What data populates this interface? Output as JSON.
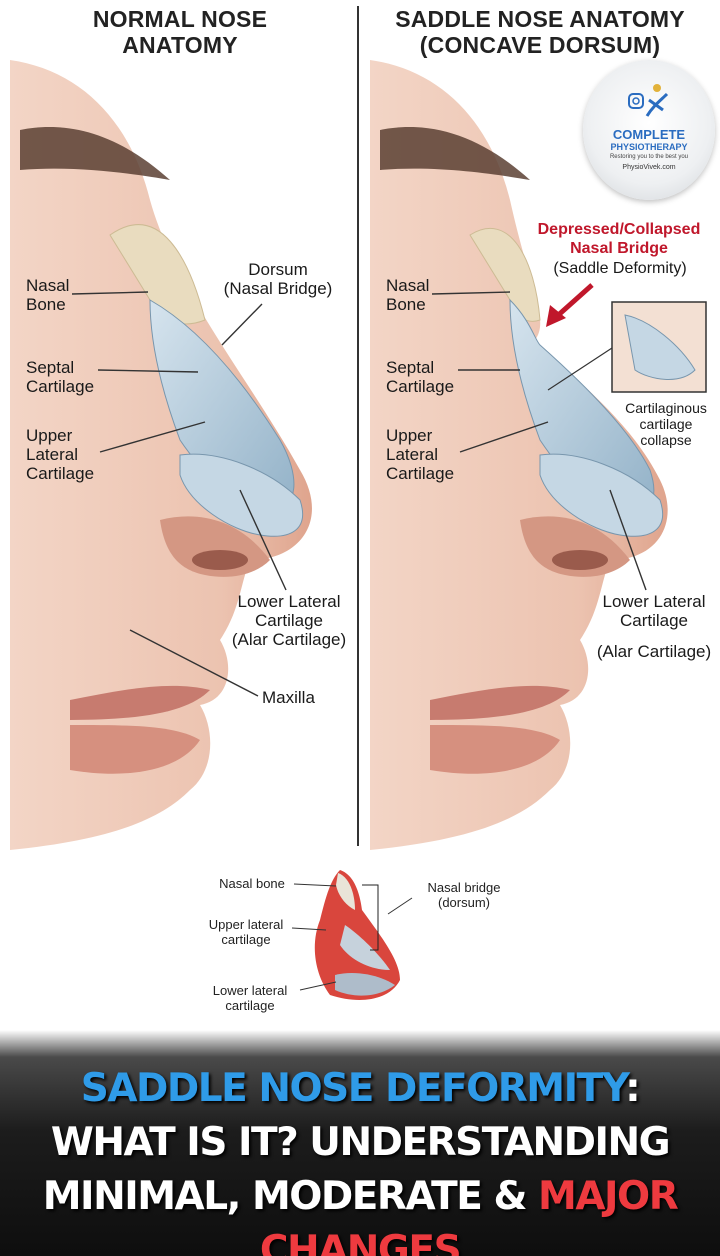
{
  "left_panel": {
    "title": "NORMAL NOSE\nANATOMY",
    "labels": {
      "nasal_bone": "Nasal\nBone",
      "dorsum": "Dorsum\n(Nasal Bridge)",
      "septal": "Septal\nCartilage",
      "upper_lateral": "Upper\nLateral\nCartilage",
      "lower_lateral": "Lower Lateral\nCartilage\n(Alar Cartilage)",
      "maxilla": "Maxilla"
    }
  },
  "right_panel": {
    "title": "SADDLE NOSE ANATOMY\n(CONCAVE DORSUM)",
    "labels": {
      "depressed": "Depressed/Collapsed\nNasal Bridge",
      "saddle": "(Saddle Deformity)",
      "nasal_bone": "Nasal\nBone",
      "septal": "Septal\nCartilage",
      "upper_lateral": "Upper\nLateral\nCartilage",
      "collapse": "Cartilaginous\ncartilage\ncollapse",
      "lower_lateral": "Lower Lateral\nCartilage",
      "alar": "(Alar Cartilage)"
    }
  },
  "logo": {
    "title": "COMPLETE",
    "subtitle": "PHYSIOTHERAPY",
    "tagline": "Restoring you to the best you",
    "url": "PhysioVivek.com"
  },
  "inset": {
    "nasal_bone": "Nasal bone",
    "nasal_bridge": "Nasal bridge\n(dorsum)",
    "upper_lateral": "Upper lateral\ncartilage",
    "lower_lateral": "Lower lateral\ncartilage"
  },
  "headline": {
    "part1": "SADDLE NOSE DEFORMITY",
    "part2": ": WHAT IS IT? UNDERSTANDING MINIMAL, MODERATE & ",
    "part3": "MAJOR CHANGES"
  },
  "colors": {
    "headline_blue": "#2f9be8",
    "headline_red": "#ee3a3f",
    "callout_red": "#c0172b",
    "cartilage_blue": "#b8cfdf",
    "bone": "#e9dcbf",
    "skin": "#e8b9a4"
  }
}
